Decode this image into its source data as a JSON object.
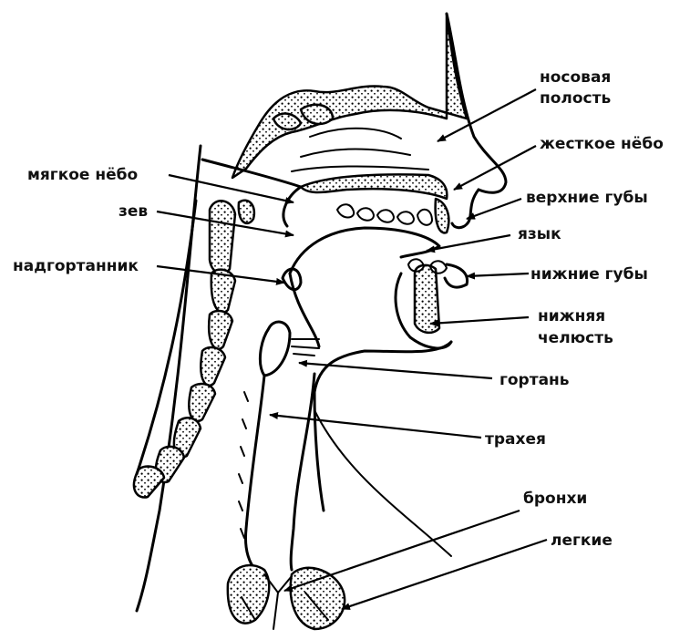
{
  "labels": {
    "nasal_cavity_l1": "носовая",
    "nasal_cavity_l2": "полость",
    "hard_palate": "жесткое нёбо",
    "soft_palate": "мягкое нёбо",
    "upper_lips": "верхние губы",
    "pharynx": "зев",
    "tongue": "язык",
    "epiglottis": "надгортанник",
    "lower_lips": "нижние губы",
    "lower_jaw_l1": "нижняя",
    "lower_jaw_l2": "челюсть",
    "larynx": "гортань",
    "trachea": "трахея",
    "bronchi": "бронхи",
    "lungs": "легкие"
  },
  "colors": {
    "ink": "#000000",
    "background": "#ffffff"
  }
}
